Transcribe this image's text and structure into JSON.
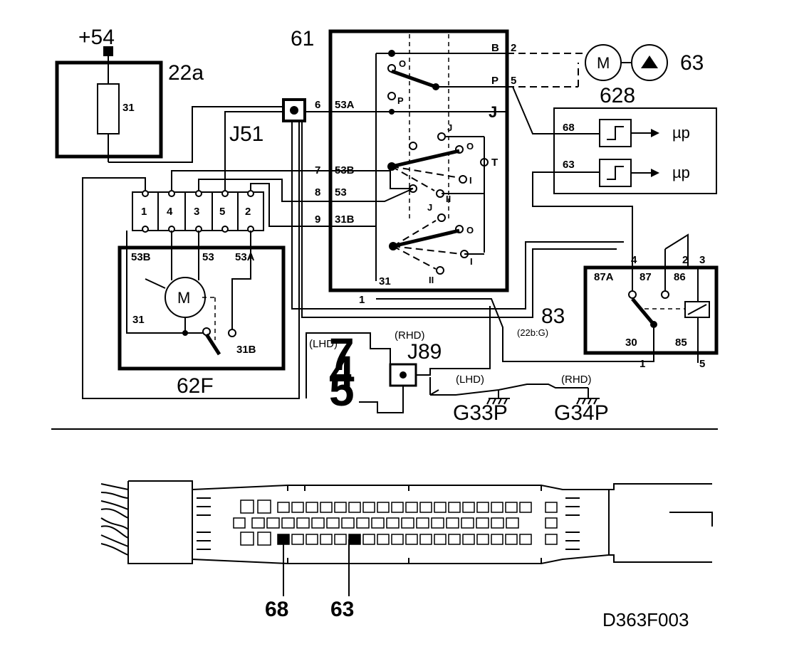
{
  "labels": {
    "supply": "+54",
    "fuse_box": "22a",
    "fuse_pin": "31",
    "switch_unit": "61",
    "junction_51": "J51",
    "motor_ref": "63",
    "sensor_ref": "628",
    "unit_62f": "62F",
    "relay_ref": "83",
    "relay_sub": "(22b:G)",
    "junction_89": "J89",
    "lhd_1": "(LHD)",
    "rhd_1": "(RHD)",
    "lhd_2": "(LHD)",
    "rhd_2": "(RHD)",
    "ground_g33p": "G33P",
    "ground_g34p": "G34P",
    "motor_m": "M",
    "motor_m2": "M",
    "connector_pin_68": "68",
    "connector_pin_63": "63",
    "drawing_code": "D363F003",
    "overlay_7": "7",
    "overlay_4": "4",
    "overlay_5": "5"
  },
  "wire_labels": {
    "b": "B",
    "b_num": "2",
    "p": "P",
    "p_num": "5",
    "w6": "6",
    "w6_code": "53A",
    "w7": "7",
    "w7_code": "53B",
    "w8": "8",
    "w8_code": "53",
    "w9": "9",
    "w9_code": "31B",
    "w31": "31",
    "w1": "1"
  },
  "switch_positions": {
    "o1": "O",
    "p1": "P",
    "j1": "J",
    "j2": "J",
    "o2": "O",
    "t": "T",
    "i2": "I",
    "ii2": "II",
    "j3": "J",
    "o3": "O",
    "i3": "I",
    "ii3": "II"
  },
  "pins_62f_top": [
    "1",
    "4",
    "3",
    "5",
    "2"
  ],
  "unit_62f_labels": {
    "a": "53B",
    "b": "53",
    "c": "53A",
    "d": "31",
    "e": "31B"
  },
  "ecu_inputs": {
    "in68": "68",
    "in63": "63",
    "out1": "µp",
    "out2": "µp"
  },
  "relay_pins": {
    "p87a": "87A",
    "p87": "87",
    "p86": "86",
    "p30": "30",
    "p85": "85",
    "n4": "4",
    "n2": "2",
    "n3": "3",
    "n1": "1",
    "n5": "5"
  }
}
